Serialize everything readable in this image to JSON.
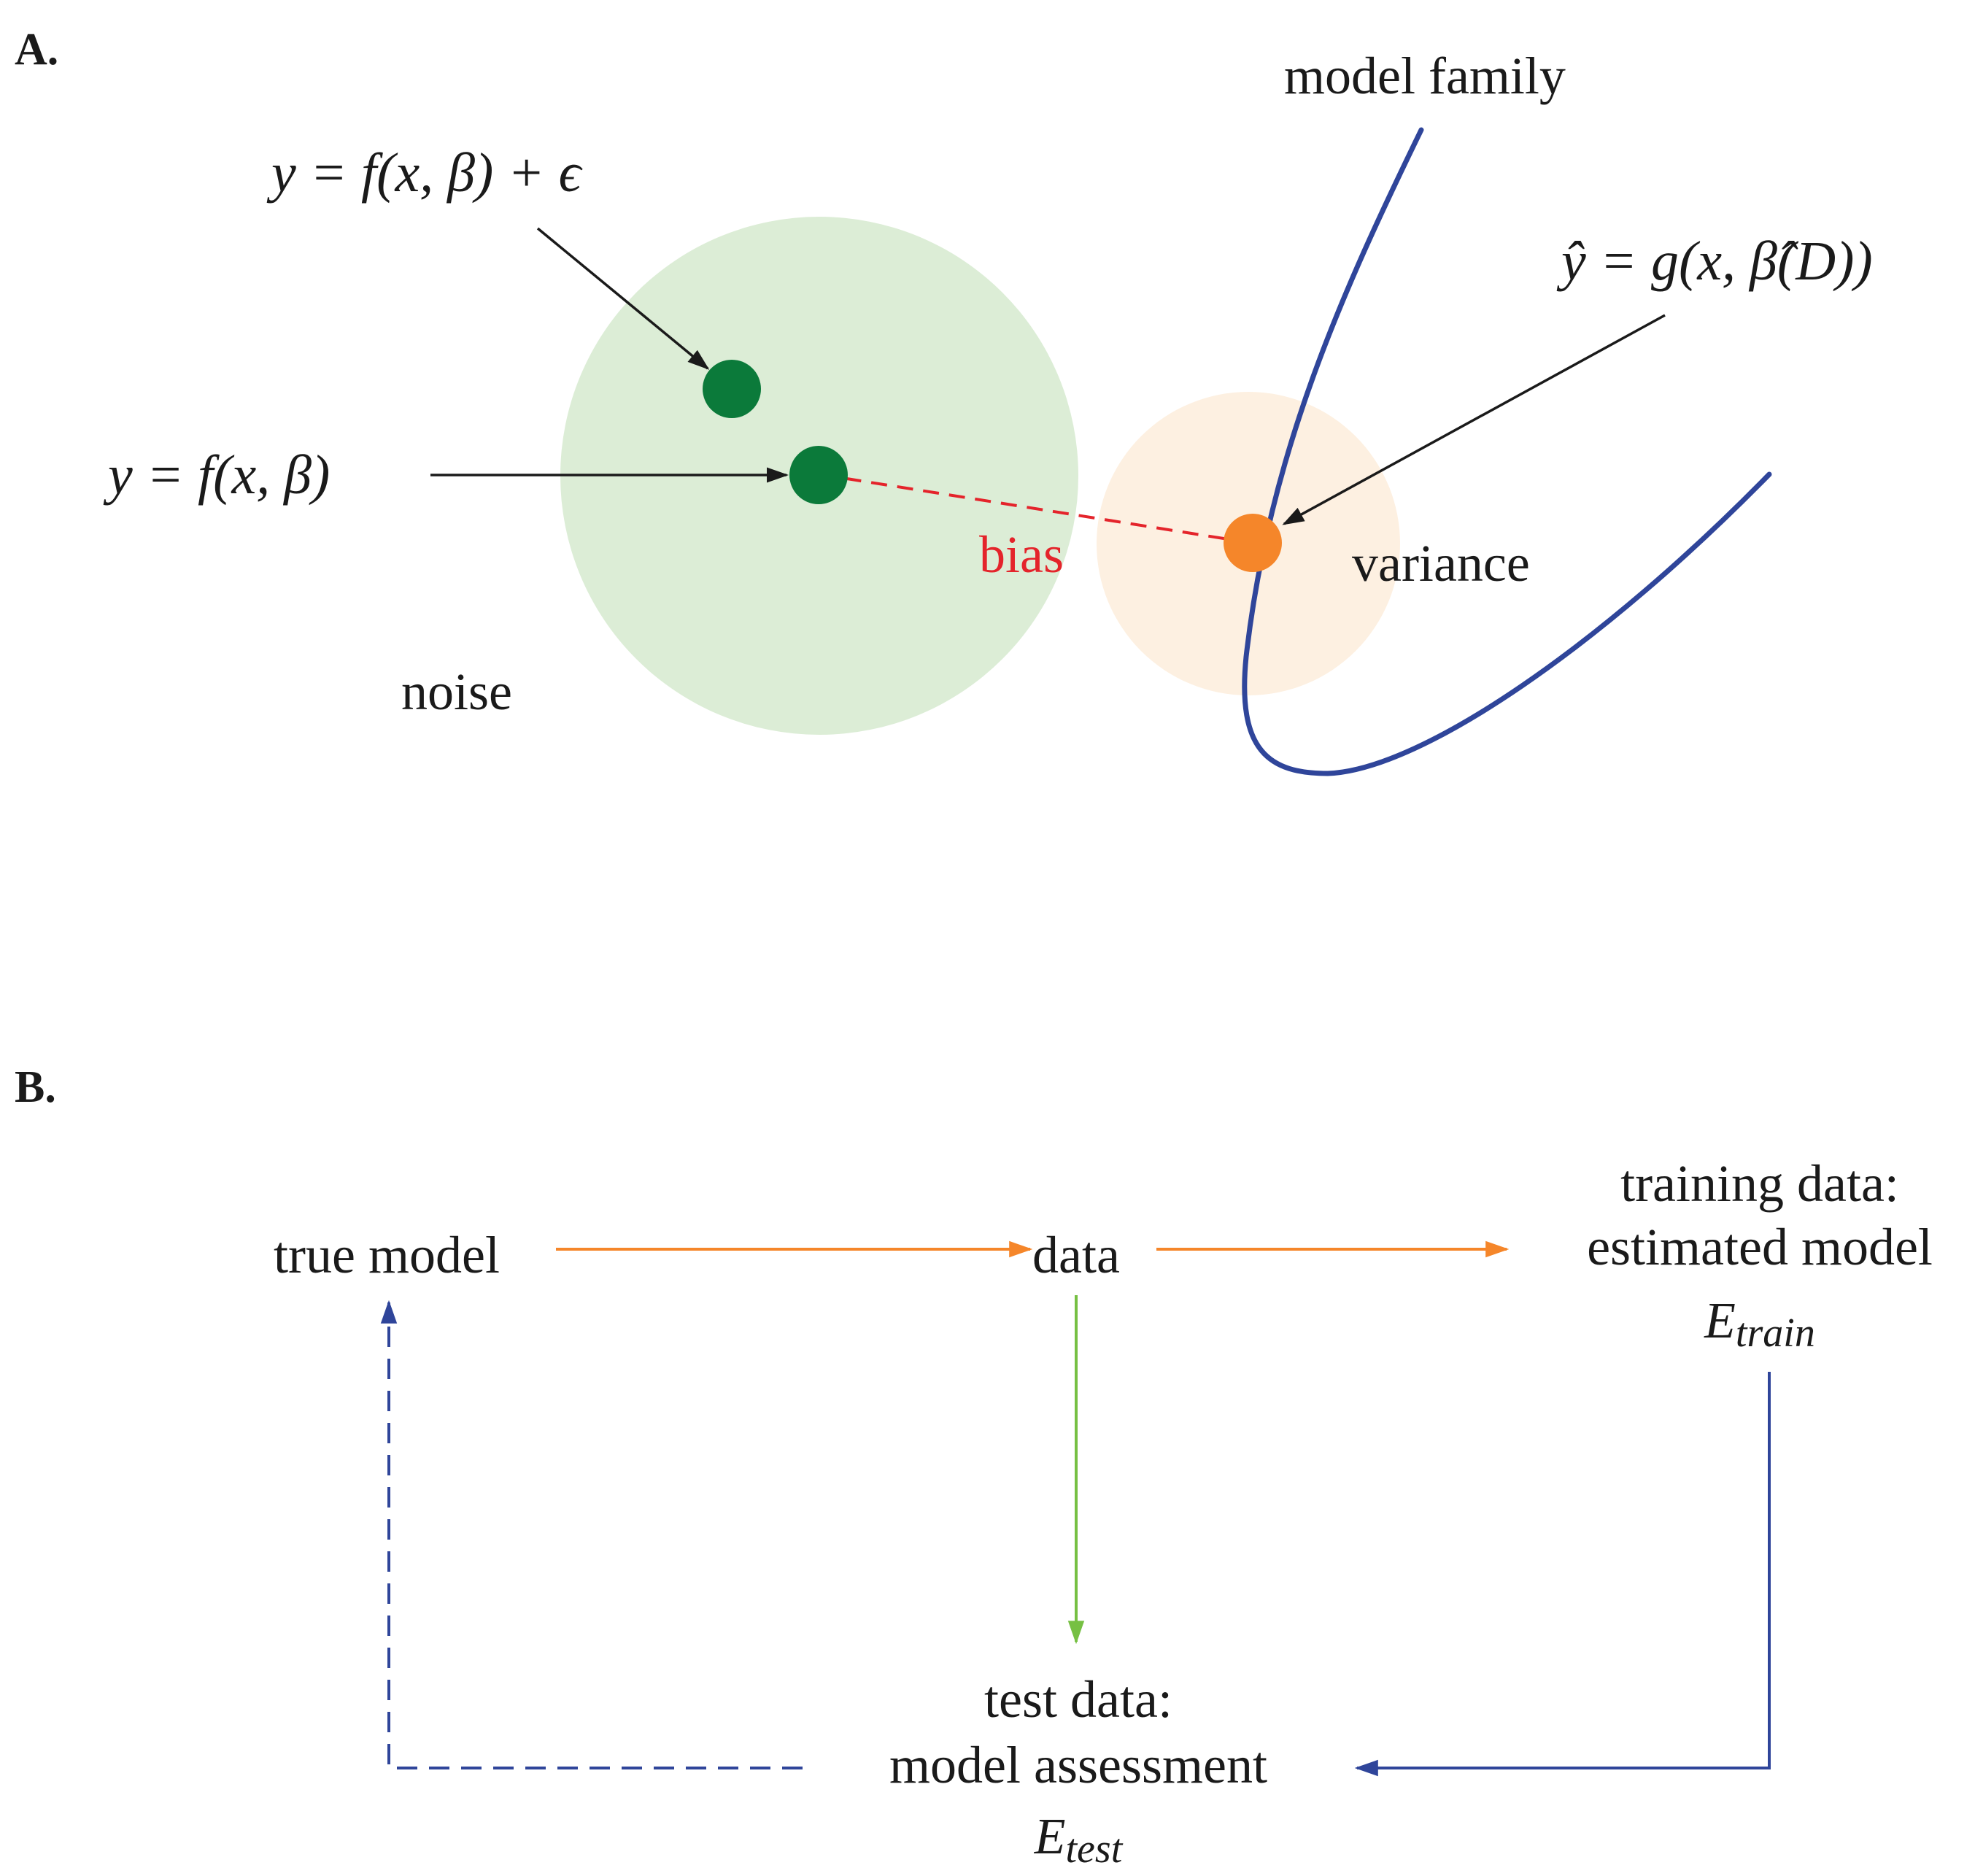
{
  "panel_a": {
    "label": "A.",
    "eq_noisy": "y = f(x, β) + ϵ",
    "eq_true": "y = f(x, β)",
    "eq_hat": "ŷ = g(x, β̂(D))",
    "model_family": "model family",
    "bias": "bias",
    "variance": "variance",
    "noise": "noise"
  },
  "panel_b": {
    "label": "B.",
    "true_model": "true model",
    "data": "data",
    "training_line1": "training data:",
    "training_line2": "estimated model",
    "e_train_base": "E",
    "e_train_sub": "train",
    "test_line1": "test data:",
    "test_line2": "model assessment",
    "e_test_base": "E",
    "e_test_sub": "test"
  },
  "colors": {
    "noise_fill": "#dcedd6",
    "variance_fill": "#fdf0e1",
    "green_point": "#0b7a3a",
    "orange_point": "#f5862a",
    "bias_red": "#e4242b",
    "curve_blue": "#2f459a",
    "arrow_orange": "#f5862a",
    "arrow_green": "#76c043",
    "arrow_blue": "#2f459a",
    "arrow_black": "#1a1a1a"
  }
}
